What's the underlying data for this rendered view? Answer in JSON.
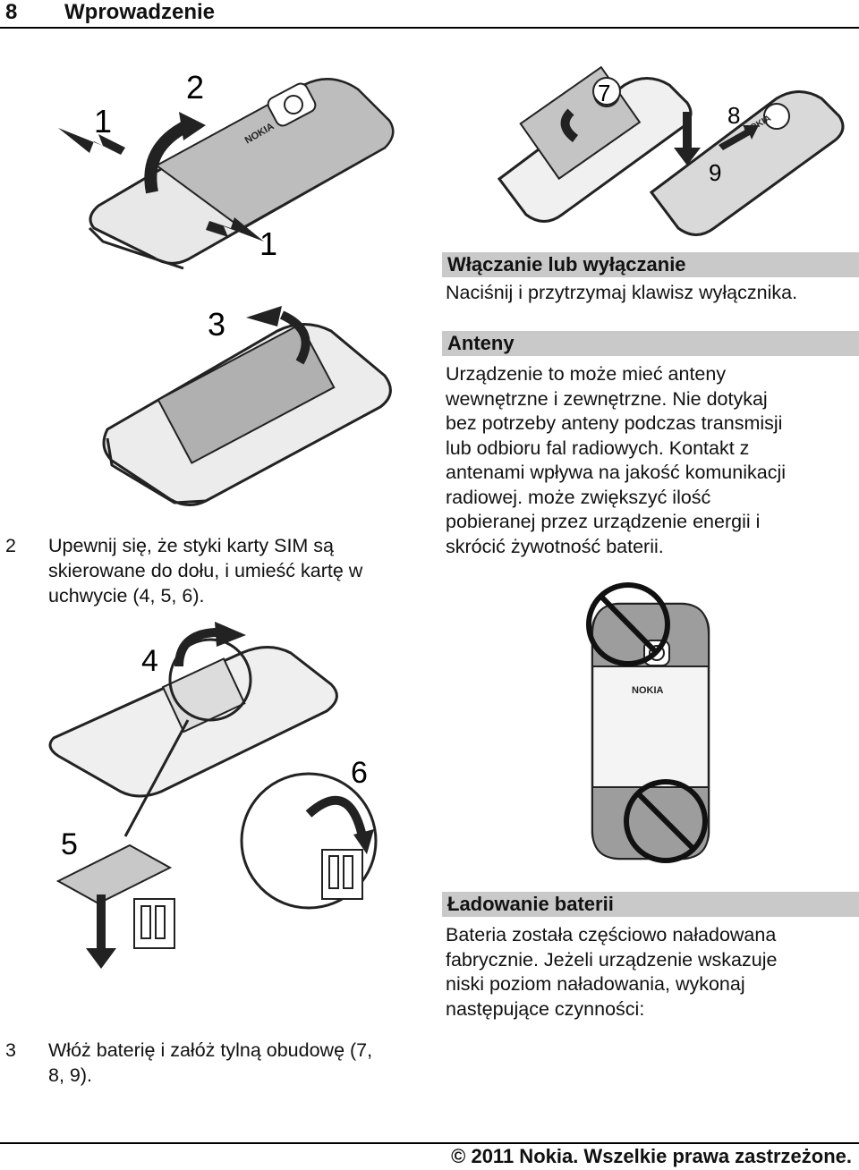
{
  "header": {
    "page_number": "8",
    "chapter": "Wprowadzenie"
  },
  "figures": {
    "cover_removal": {
      "labels": [
        "1",
        "2",
        "1"
      ]
    },
    "battery_cover": {
      "labels": [
        "7",
        "8",
        "9"
      ]
    },
    "battery_removal": {
      "labels": [
        "3"
      ]
    },
    "sim_insert": {
      "labels": [
        "4",
        "5",
        "6"
      ]
    },
    "antenna_area": {
      "brand": "NOKIA"
    },
    "phone_back": {
      "brand": "NOKIA"
    }
  },
  "sections": [
    {
      "heading": "Włączanie lub wyłączanie",
      "lines": [
        "Naciśnij i przytrzymaj klawisz wyłącznika."
      ]
    },
    {
      "heading": "Anteny",
      "lines": [
        "Urządzenie to może mieć anteny",
        "wewnętrzne i zewnętrzne. Nie dotykaj",
        "bez potrzeby anteny podczas transmisji",
        "lub odbioru fal radiowych. Kontakt z",
        "antenami wpływa na jakość komunikacji",
        "radiowej. może zwiększyć ilość",
        "pobieranej przez urządzenie energii i",
        "skrócić żywotność baterii."
      ]
    },
    {
      "heading": "Ładowanie baterii",
      "lines": [
        "Bateria została częściowo naładowana",
        "fabrycznie. Jeżeli urządzenie wskazuje",
        "niski poziom naładowania, wykonaj",
        "następujące czynności:"
      ]
    }
  ],
  "steps": [
    {
      "number": "2",
      "lines": [
        "Upewnij się, że styki karty SIM są",
        "skierowane do dołu, i umieść kartę w",
        "uchwycie (4, 5, 6)."
      ]
    },
    {
      "number": "3",
      "lines": [
        "Włóż baterię i załóż tylną obudowę (7,",
        "8, 9)."
      ]
    }
  ],
  "footer": "© 2011 Nokia. Wszelkie prawa zastrzeżone."
}
